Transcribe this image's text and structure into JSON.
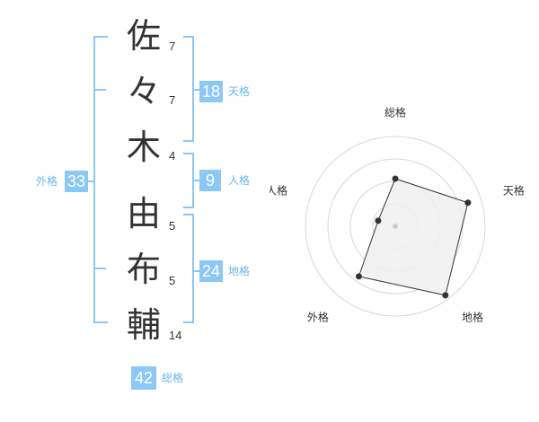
{
  "name_chars": [
    {
      "char": "佐",
      "strokes": "7"
    },
    {
      "char": "々",
      "strokes": "7"
    },
    {
      "char": "木",
      "strokes": "4"
    },
    {
      "char": "由",
      "strokes": "5"
    },
    {
      "char": "布",
      "strokes": "5"
    },
    {
      "char": "輔",
      "strokes": "14"
    }
  ],
  "kakaku": {
    "tenkaku": {
      "value": "18",
      "label": "天格"
    },
    "jinkaku": {
      "value": "9",
      "label": "人格"
    },
    "chikaku": {
      "value": "24",
      "label": "地格"
    },
    "gaikaku": {
      "value": "33",
      "label": "外格"
    },
    "soukaku": {
      "value": "42",
      "label": "総格"
    }
  },
  "chart_data": {
    "type": "radar",
    "axes": [
      "総格",
      "天格",
      "地格",
      "外格",
      "人格"
    ],
    "values": [
      0.53,
      0.85,
      0.95,
      0.69,
      0.2
    ],
    "range": [
      0,
      1
    ],
    "rings": 4,
    "fill_color": "#f0f0f0",
    "line_color": "#333333"
  }
}
